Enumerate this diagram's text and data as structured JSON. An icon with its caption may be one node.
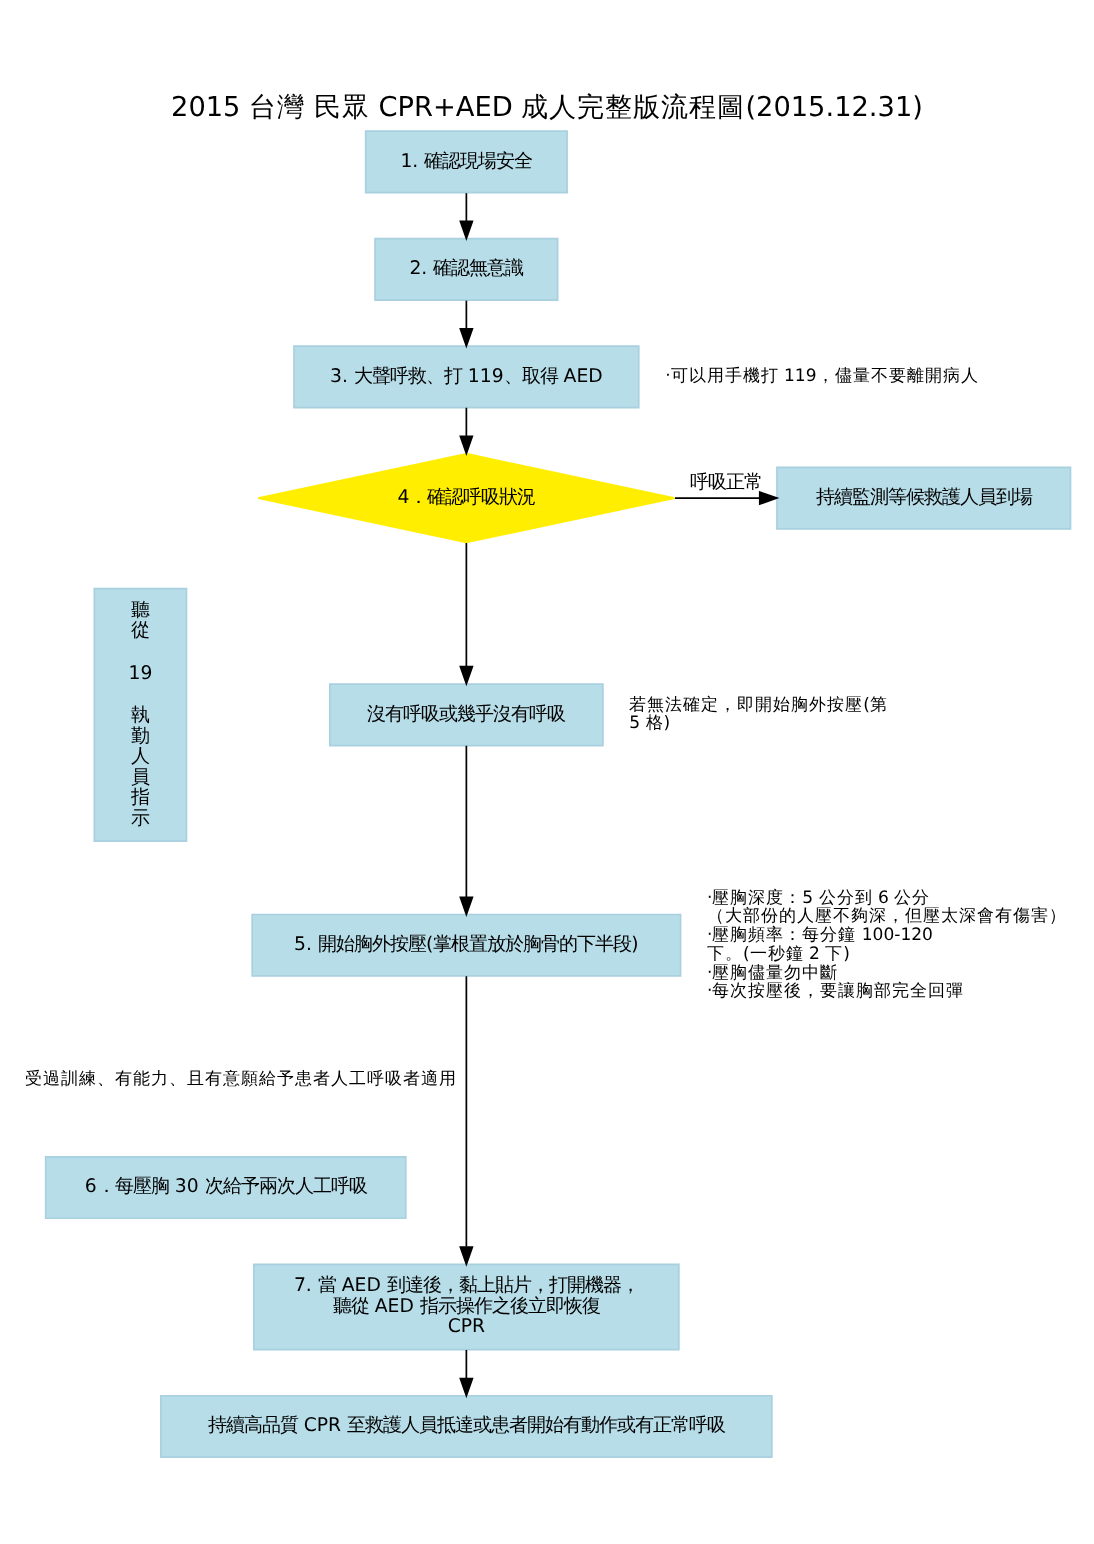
{
  "diagram": {
    "title": "2015 台灣 民眾 CPR+AED 成人完整版流程圖(2015.12.31)",
    "nodes": [
      {
        "text": [
          "1. 確認現場安全"
        ]
      },
      {
        "text": [
          "2. 確認無意識"
        ]
      },
      {
        "text": [
          "3. 大聲呼救、打 119、取得 AED"
        ],
        "beside": [
          "‧可以用手機打 119，儘量不要離開病人"
        ]
      },
      {
        "text": [
          "4．確認呼吸狀況"
        ]
      },
      {
        "text": [
          "持續監測等候救護人員到場"
        ]
      },
      {
        "text": [
          "沒有呼吸或幾乎沒有呼吸"
        ],
        "beside": [
          "若無法確定，即開始胸外按壓(第 5 格)"
        ]
      },
      {
        "text": [
          "5. 開始胸外按壓(掌根置放於胸骨的下半段)"
        ],
        "beside": [
          "‧壓胸深度：5 公分到 6 公分",
          "（大部份的人壓不夠深，但壓太深會有傷害）",
          "‧壓胸頻率：每分鐘 100-120 下。(一秒鐘 2 下)",
          "‧壓胸儘量勿中斷",
          "‧每次按壓後，要讓胸部完全回彈"
        ]
      },
      {
        "text": [
          "6．每壓胸 30 次給予兩次人工呼吸"
        ],
        "beside": [
          "受過訓練、有能力、且有意願給予患者人工呼吸者適用"
        ]
      },
      {
        "text": [
          "7. 當 AED 到達後，黏上貼片，打開機器，聽從 AED 指示操作之後立即恢復 CPR"
        ]
      },
      {
        "text": [
          "持續高品質 CPR 至救護人員抵達或患者開始有動作或有正常呼吸"
        ]
      },
      {
        "text": [
          "聽從 19 執勤人員指示"
        ]
      }
    ],
    "edges": [
      {
        "from": 0,
        "to": 1,
        "arrow": "to"
      },
      {
        "from": 1,
        "to": 2,
        "arrow": "to"
      },
      {
        "from": 2,
        "to": 3,
        "arrow": "to"
      },
      {
        "from": 3,
        "to": 4,
        "arrow": "to",
        "label": "呼吸正常"
      },
      {
        "from": 3,
        "to": 5,
        "arrow": "to"
      },
      {
        "from": 5,
        "to": 6,
        "arrow": "to"
      },
      {
        "from": 6,
        "to": 8,
        "arrow": "to"
      },
      {
        "from": 8,
        "to": 9,
        "arrow": "to"
      }
    ]
  }
}
